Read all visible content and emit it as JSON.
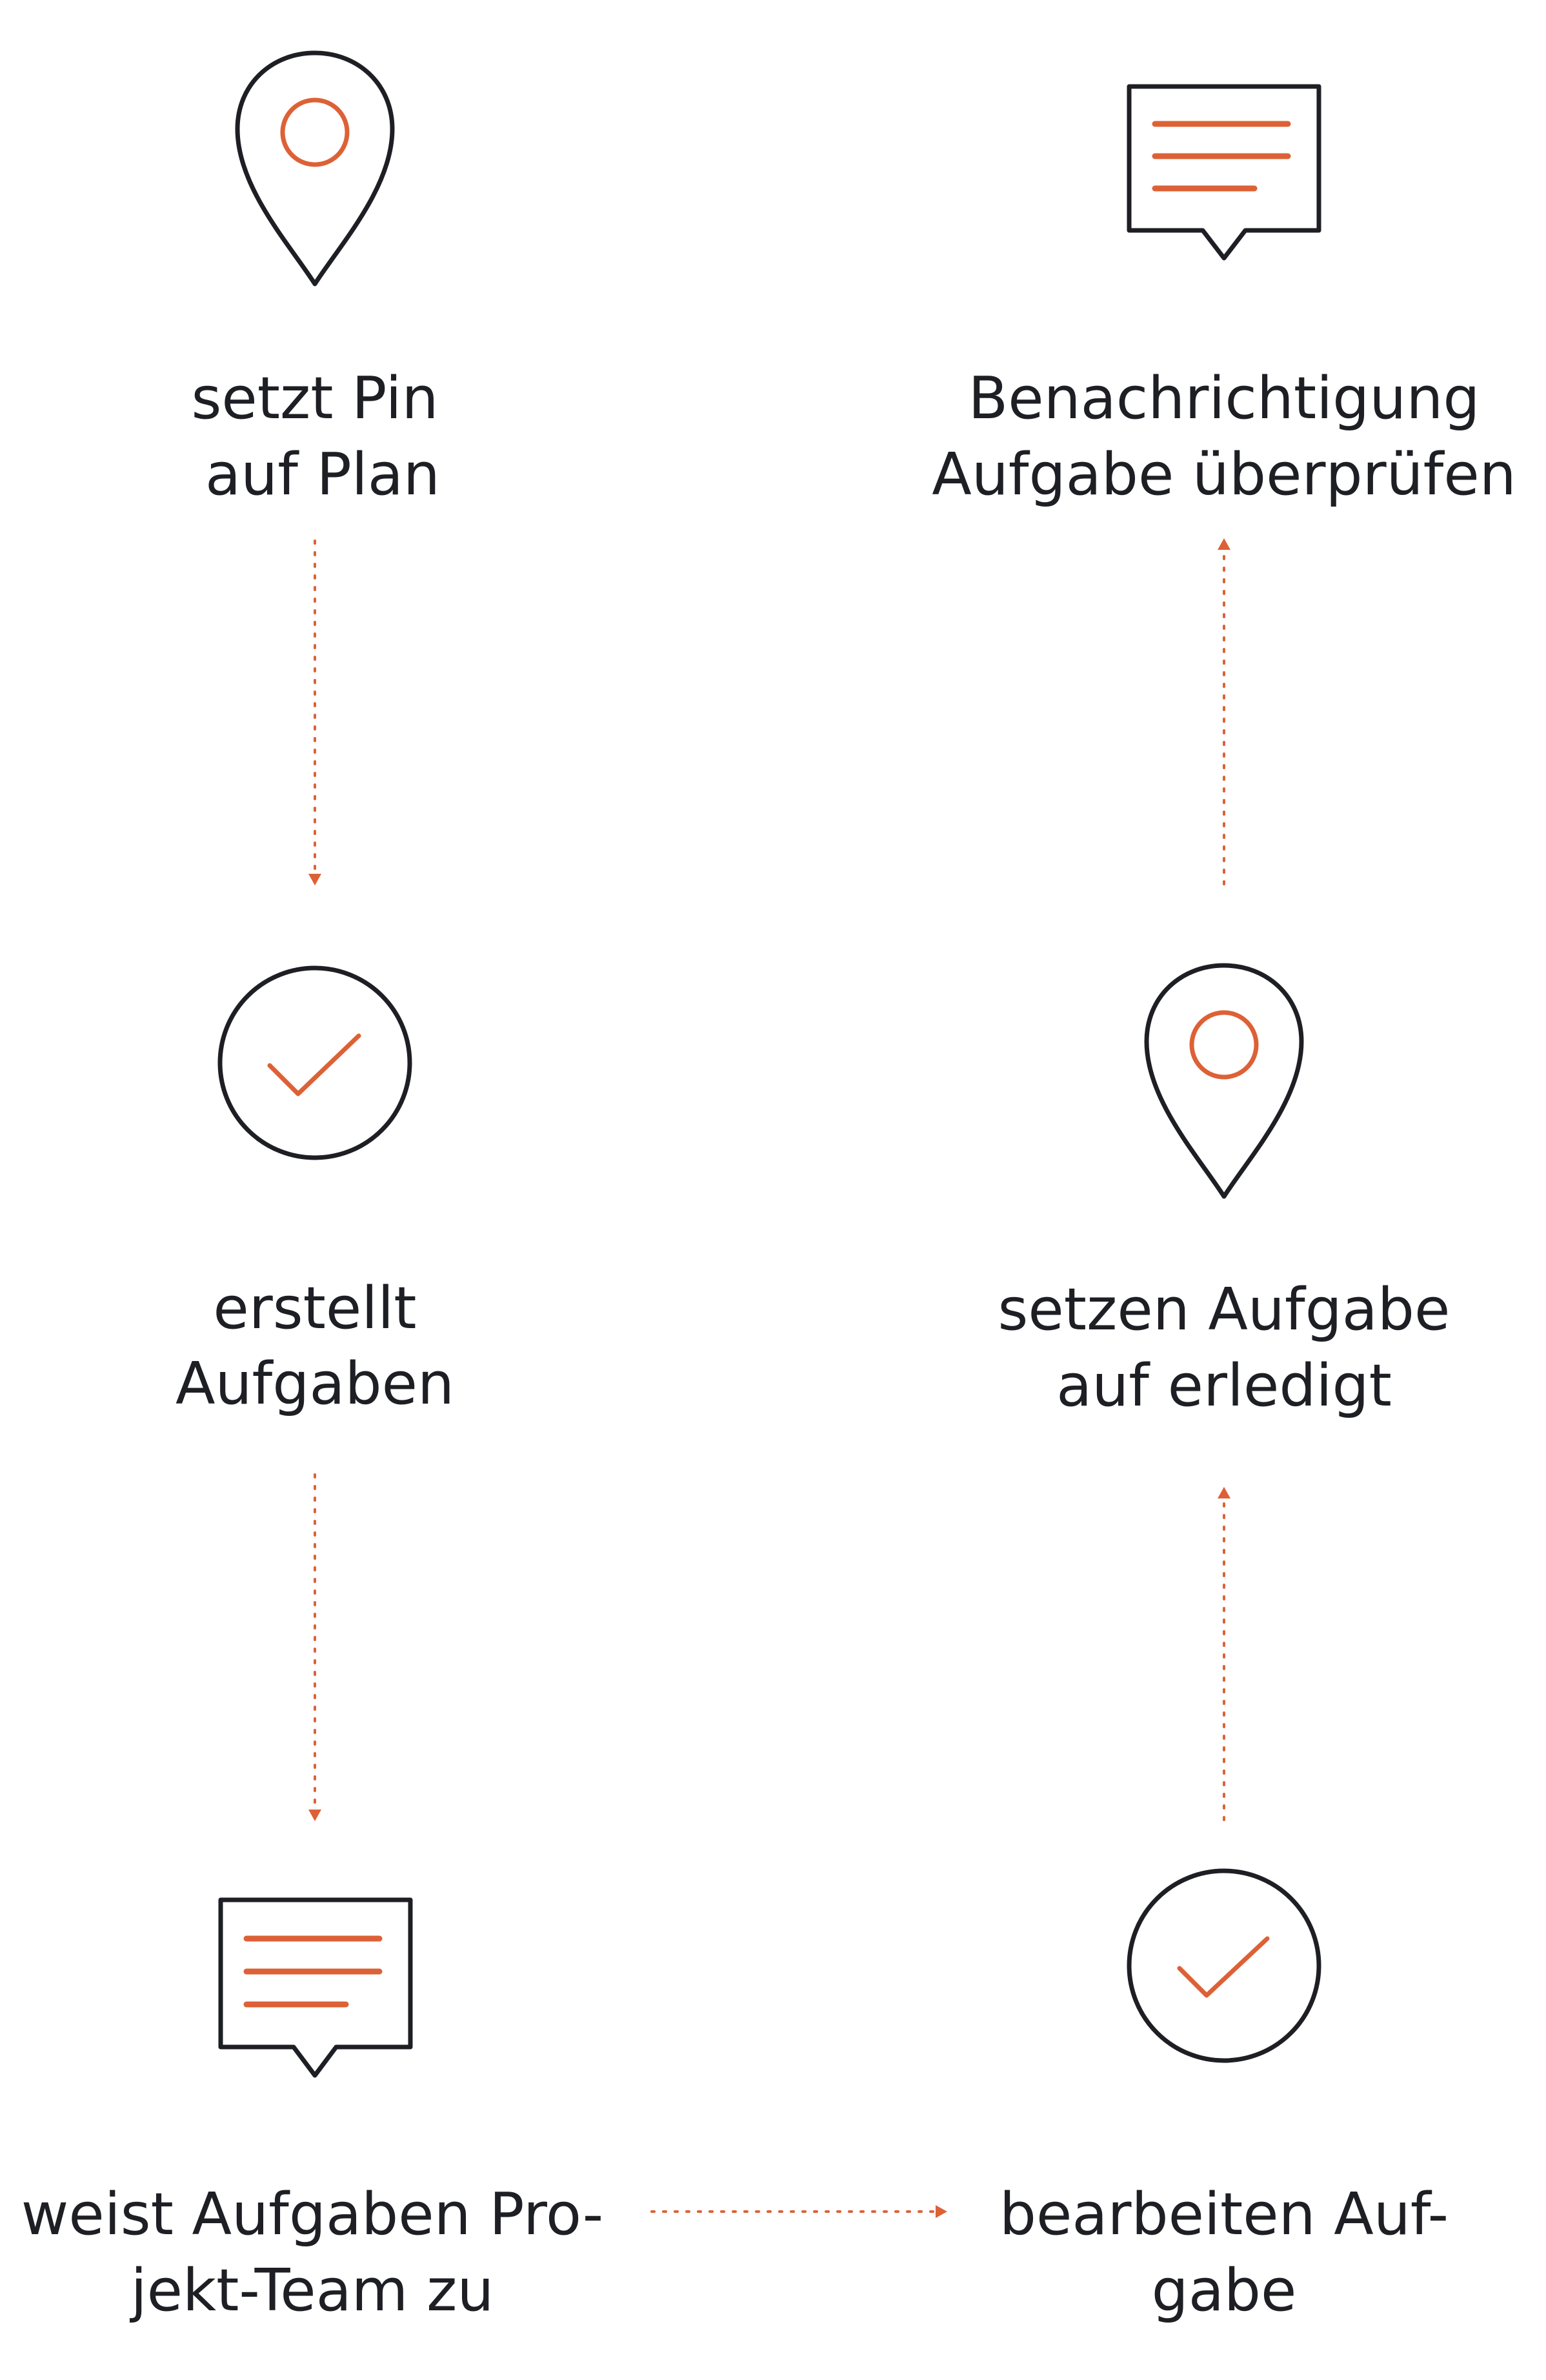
{
  "colors": {
    "ink": "#1e1f24",
    "accent": "#dd6136",
    "background": "#ffffff"
  },
  "steps": [
    {
      "icon": "map-pin-icon",
      "line1": "setzt Pin",
      "line2": "auf Plan"
    },
    {
      "icon": "checkmark-circle-icon",
      "line1": "erstellt",
      "line2": "Aufgaben"
    },
    {
      "icon": "message-bubble-icon",
      "line1": "weist Aufgaben Pro-",
      "line2": "jekt-Team zu"
    },
    {
      "icon": "checkmark-circle-icon",
      "line1": "bearbeiten Auf-",
      "line2": "gabe"
    },
    {
      "icon": "map-pin-icon",
      "line1": "setzen Aufgabe",
      "line2": "auf erledigt"
    },
    {
      "icon": "message-bubble-icon",
      "line1": "Benachrichtigung",
      "line2": "Aufgabe überprüfen"
    }
  ]
}
